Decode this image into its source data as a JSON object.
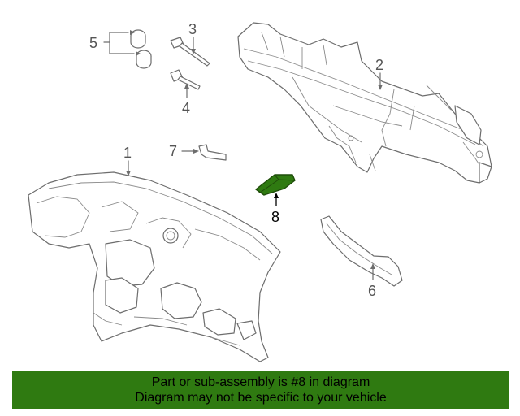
{
  "callouts": {
    "c1": "1",
    "c2": "2",
    "c3": "3",
    "c4": "4",
    "c5": "5",
    "c6": "6",
    "c7": "7",
    "c8": "8"
  },
  "banner": {
    "line1": "Part or sub-assembly is #8 in diagram",
    "line2": "Diagram may not be specific to your vehicle",
    "background": "#2f7a11"
  },
  "highlight_color": "#2f7a11"
}
